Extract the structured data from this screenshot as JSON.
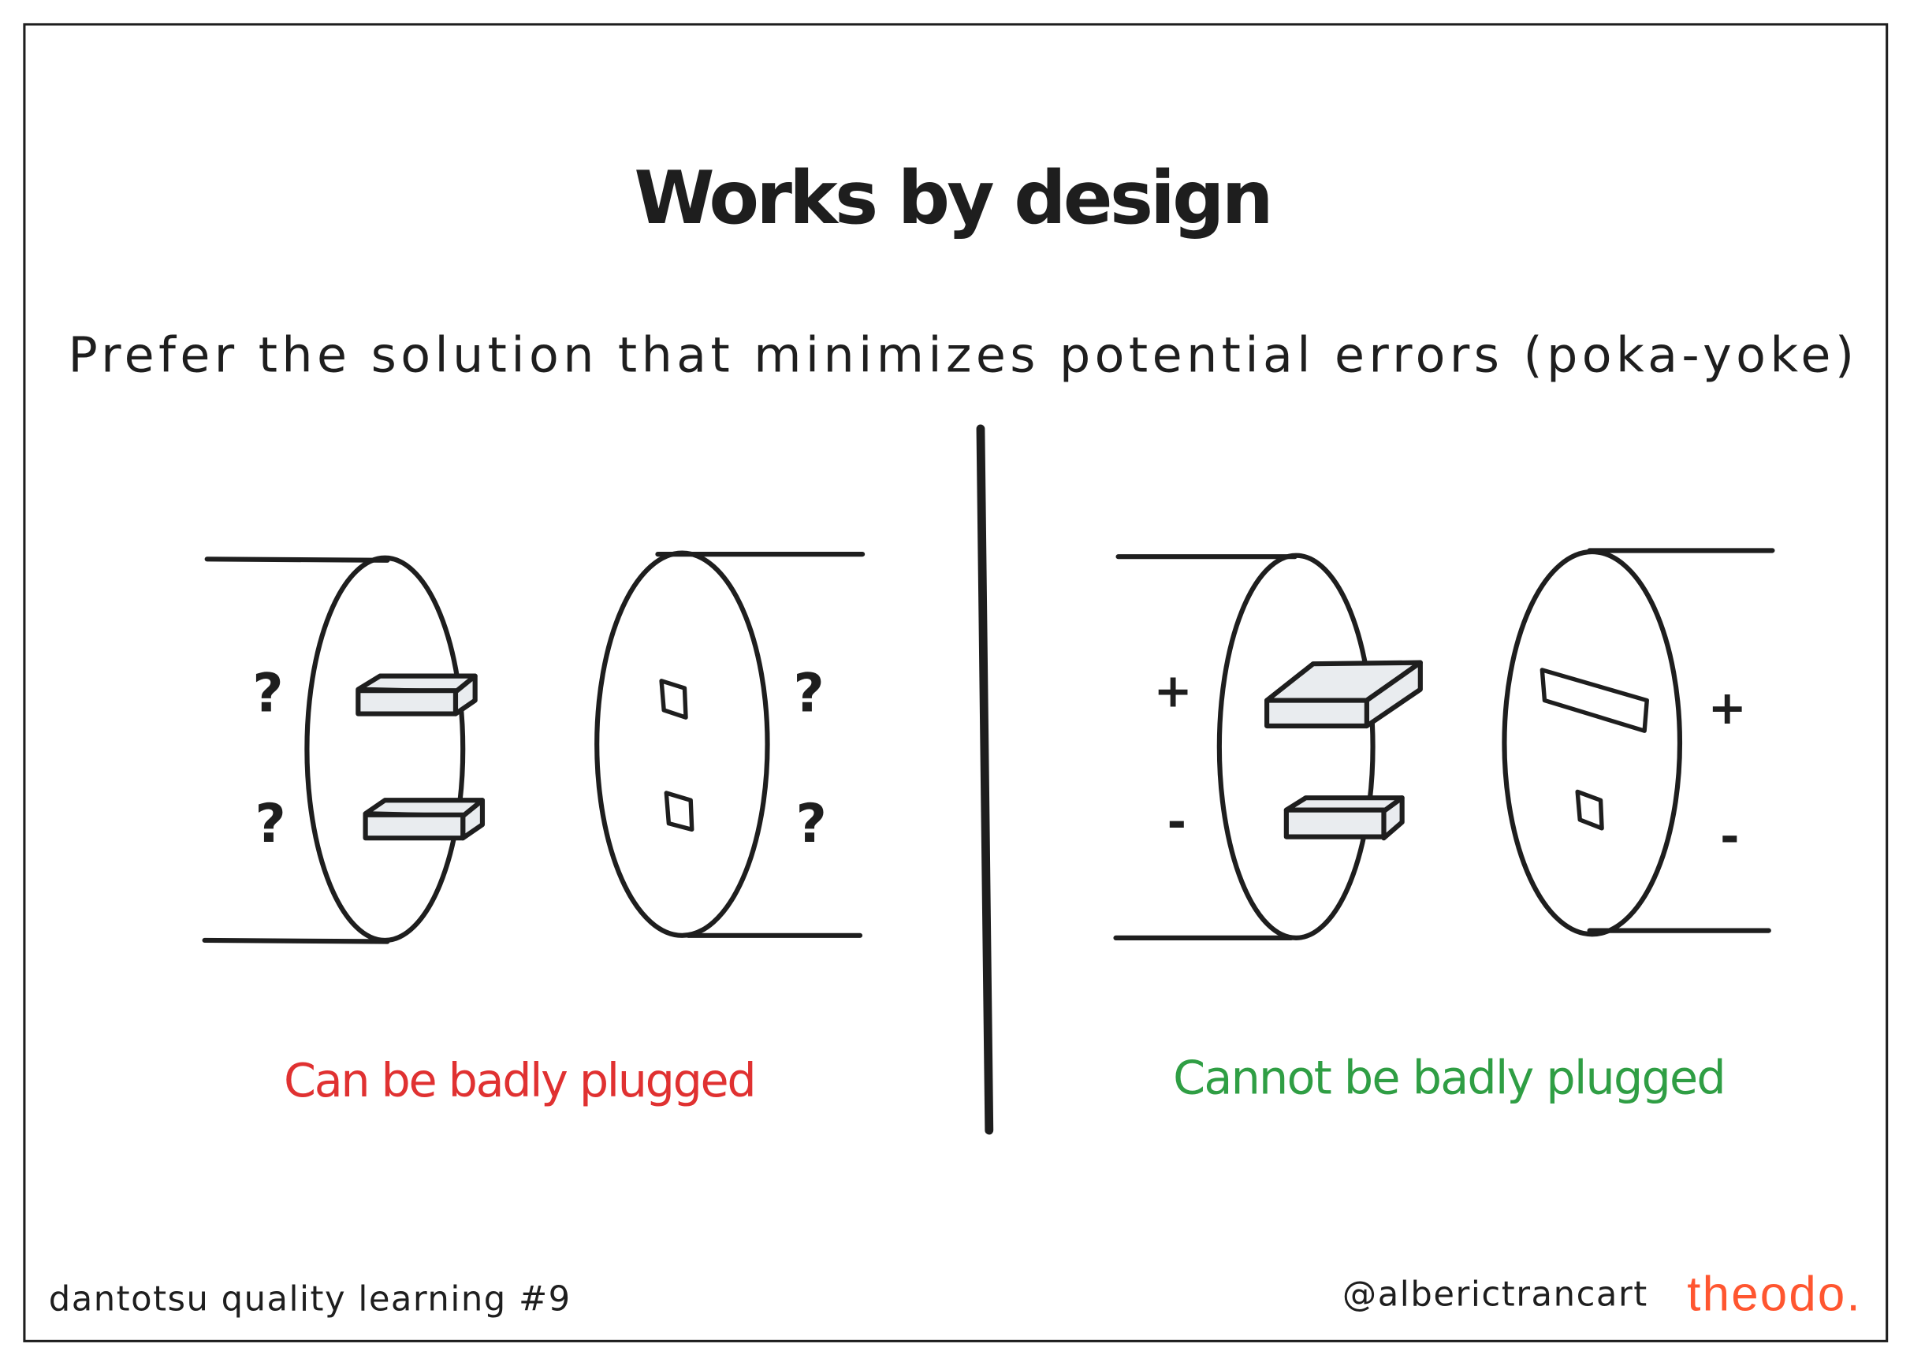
{
  "title": "Works by design",
  "subtitle": "Prefer the solution that minimizes potential errors (poka-yoke)",
  "left_panel": {
    "marks": [
      "?",
      "?",
      "?",
      "?"
    ],
    "caption": "Can be badly plugged",
    "caption_color": "#e03131"
  },
  "right_panel": {
    "plug_marks": [
      "+",
      "-"
    ],
    "socket_marks": [
      "+",
      "-"
    ],
    "caption": "Cannot be badly plugged",
    "caption_color": "#2f9e44"
  },
  "footer": {
    "series": "dantotsu quality learning #9",
    "author": "@alberictrancart",
    "brand": "theodo.",
    "brand_color": "#ff5630"
  }
}
